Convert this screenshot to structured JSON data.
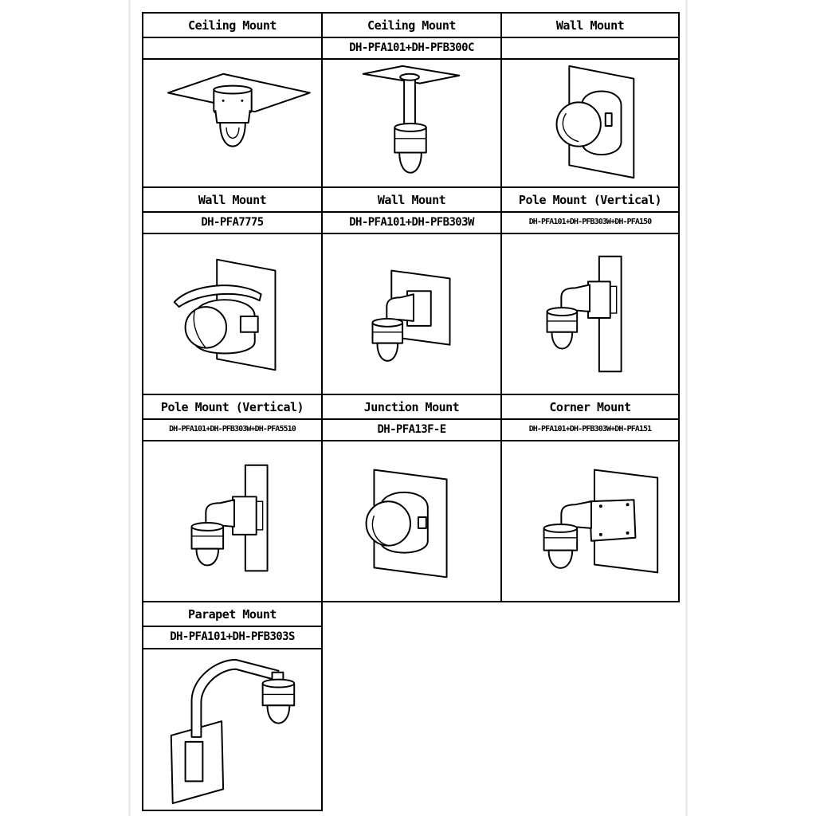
{
  "mounts": [
    {
      "title": "Ceiling Mount",
      "model": "",
      "icon": "ceiling-mount-icon"
    },
    {
      "title": "Ceiling Mount",
      "model": "DH-PFA101+DH-PFB300C",
      "icon": "pendant-ceiling-mount-icon"
    },
    {
      "title": "Wall Mount",
      "model": "",
      "icon": "wall-mount-icon"
    },
    {
      "title": "Wall Mount",
      "model": "DH-PFA7775",
      "icon": "wall-mount-rain-shade-icon"
    },
    {
      "title": "Wall Mount",
      "model": "DH-PFA101+DH-PFB303W",
      "icon": "wall-bracket-mount-icon"
    },
    {
      "title": "Pole Mount (Vertical)",
      "model": "DH-PFA101+DH-PFB303W+DH-PFA150",
      "icon": "pole-mount-icon"
    },
    {
      "title": "Pole Mount (Vertical)",
      "model": "DH-PFA101+DH-PFB303W+DH-PFA5510",
      "icon": "pole-mount-large-icon"
    },
    {
      "title": "Junction Mount",
      "model": "DH-PFA13F-E",
      "icon": "junction-mount-icon"
    },
    {
      "title": "Corner Mount",
      "model": "DH-PFA101+DH-PFB303W+DH-PFA151",
      "icon": "corner-mount-icon"
    },
    {
      "title": "Parapet Mount",
      "model": "DH-PFA101+DH-PFB303S",
      "icon": "parapet-mount-icon"
    }
  ]
}
